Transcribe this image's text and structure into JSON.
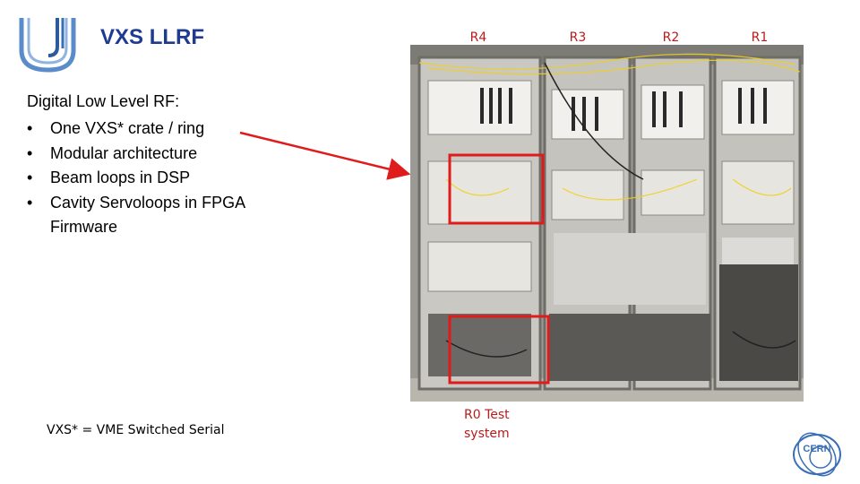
{
  "slide": {
    "title": "VXS LLRF",
    "intro": "Digital Low Level RF:",
    "bullets": [
      {
        "marker": "•",
        "text": "One VXS* crate / ring"
      },
      {
        "marker": "•",
        "text": "Modular architecture"
      },
      {
        "marker": "•",
        "text": "Beam loops in DSP"
      },
      {
        "marker": "•",
        "text": "Cavity Servoloops in FPGA"
      }
    ],
    "bullet_continuation": "Firmware",
    "footnote": "VXS* = VME Switched Serial"
  },
  "photo": {
    "rack_labels": [
      "R4",
      "R3",
      "R2",
      "R1"
    ],
    "test_system_line1": "R0 Test",
    "test_system_line2": "system"
  },
  "logos": {
    "cern_text": "CERN"
  },
  "colors": {
    "title": "#1f3b8f",
    "highlight": "#e01b1b",
    "label": "#b71c1c",
    "logo_blue": "#3a6fb5"
  }
}
